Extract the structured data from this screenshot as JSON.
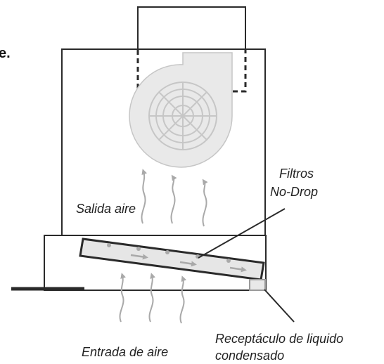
{
  "labels": {
    "fragment": "e.",
    "filtros_line1": "Filtros",
    "filtros_line2": "No-Drop",
    "salida": "Salida aire",
    "receptaculo_line1": "Receptáculo de liquido",
    "receptaculo_line2": "condensado",
    "entrada": "Entrada de aire"
  },
  "colors": {
    "outline": "#2a2a2a",
    "fan_fill": "#e9e9e9",
    "fan_lines": "#c6c6c6",
    "filter_fill": "#e6e6e6",
    "arrows": "#a9a9a9",
    "text": "#222222"
  },
  "icons": {
    "fan": "centrifugal-fan-icon",
    "airflow": "wavy-airflow-arrow-icon",
    "flow": "flow-arrow-icon"
  }
}
